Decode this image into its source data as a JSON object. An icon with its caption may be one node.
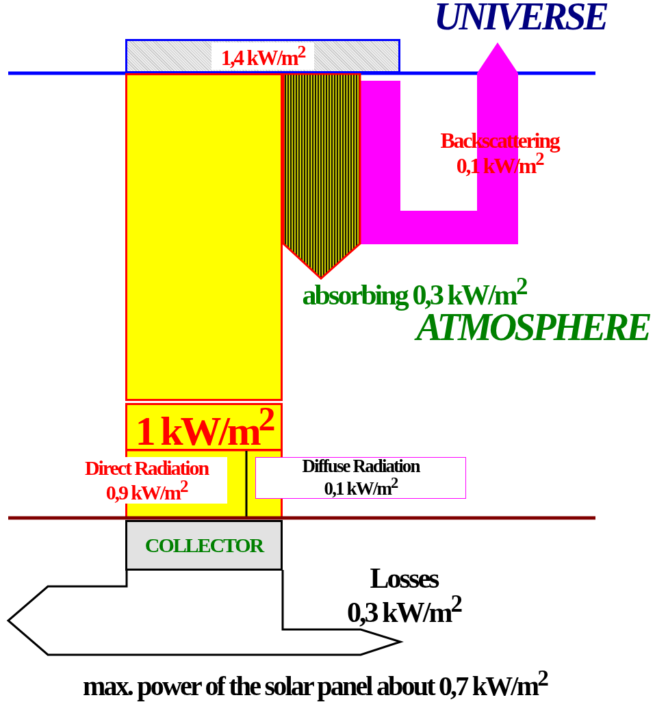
{
  "diagram": {
    "caption": "max. power of the solar panel about 0,7 kW/m$^{2}$",
    "nodes": [
      {
        "text": [
          "1,4 kW/m$^{2}$"
        ]
      },
      {
        "text": [
          "1 kW/m$^{2}$"
        ]
      },
      {
        "text": [
          "Direct Radiation 0,9 kW/m$^{2}$"
        ]
      },
      {
        "text": [
          "Diffuse Radiation 0,1 kW/m$^{2}$"
        ]
      },
      {
        "text": [
          "COLLECTOR"
        ]
      }
    ],
    "labels": [
      "UNIVERSE",
      "Backscattering 0,1 kW/m$^{2}$",
      "absorbing 0,3 kW/m$^{2}$",
      "ATMOSPHERE",
      "Losses 0,3 kW/m$^{2}$"
    ]
  }
}
